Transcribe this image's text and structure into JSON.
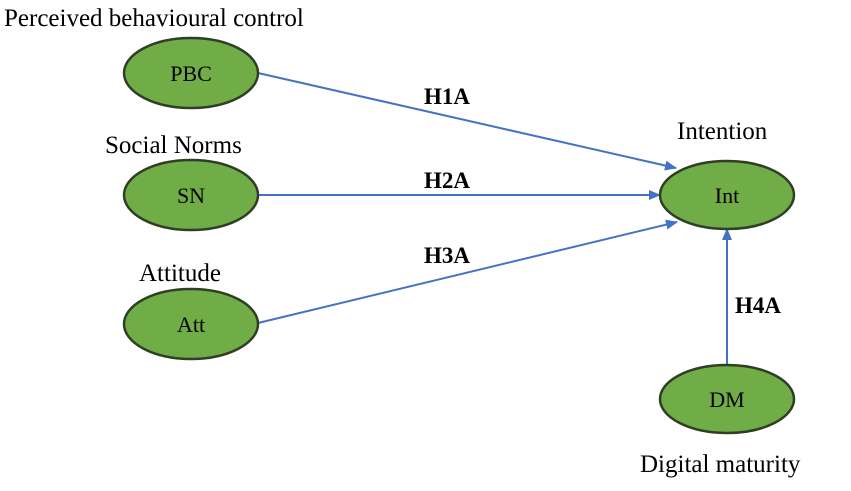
{
  "nodes": {
    "pbc": {
      "short": "PBC",
      "caption": "Perceived behavioural control"
    },
    "sn": {
      "short": "SN",
      "caption": "Social Norms"
    },
    "att": {
      "short": "Att",
      "caption": "Attitude"
    },
    "int": {
      "short": "Int",
      "caption": "Intention"
    },
    "dm": {
      "short": "DM",
      "caption": "Digital maturity"
    }
  },
  "hypotheses": {
    "h1": "H1A",
    "h2": "H2A",
    "h3": "H3A",
    "h4": "H4A"
  },
  "colors": {
    "node_fill": "#70ad47",
    "node_stroke": "#2f3f25",
    "arrow": "#4472c4"
  }
}
